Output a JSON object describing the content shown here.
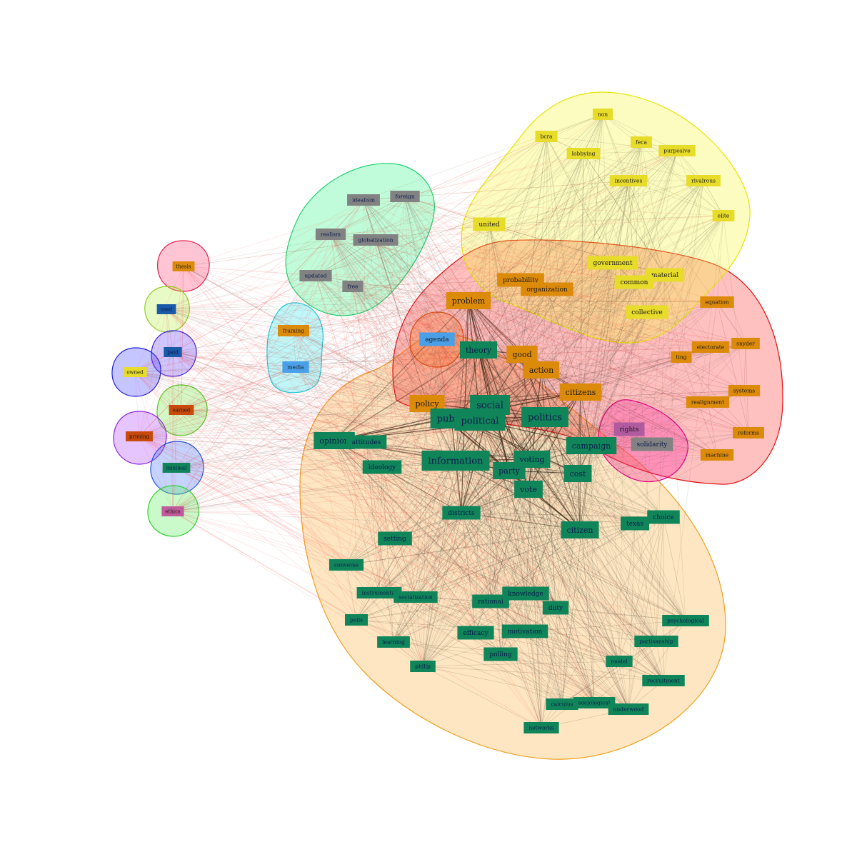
{
  "groups": [
    {
      "id": "yellow",
      "fill": "#f7f73a",
      "stroke": "#e6e600"
    },
    {
      "id": "red",
      "fill": "#ff3a3a",
      "stroke": "#e01010"
    },
    {
      "id": "orange",
      "fill": "#f9b23f",
      "stroke": "#f0a020"
    },
    {
      "id": "mint",
      "fill": "#3af58a",
      "stroke": "#20d070"
    },
    {
      "id": "cyan",
      "fill": "#3ae8f0",
      "stroke": "#20c8d8"
    },
    {
      "id": "pink-thesis",
      "fill": "#ff4a78",
      "stroke": "#e02050"
    },
    {
      "id": "lime-1",
      "fill": "#b8f04a",
      "stroke": "#90d020"
    },
    {
      "id": "violet-paid",
      "fill": "#6a4aff",
      "stroke": "#4020e0"
    },
    {
      "id": "blue-owned",
      "fill": "#4a4aff",
      "stroke": "#2020d0"
    },
    {
      "id": "green-earned",
      "fill": "#7ae84a",
      "stroke": "#50c820"
    },
    {
      "id": "purple-priming",
      "fill": "#b04aff",
      "stroke": "#8a20e0"
    },
    {
      "id": "blue-minimal",
      "fill": "#4a7aff",
      "stroke": "#2050e0"
    },
    {
      "id": "green-ethics",
      "fill": "#5aef5a",
      "stroke": "#30d030"
    },
    {
      "id": "magenta",
      "fill": "#ff2aa8",
      "stroke": "#e00080"
    },
    {
      "id": "orange-agenda",
      "fill": "#ff7a2a",
      "stroke": "#e05010"
    }
  ],
  "nodes": [
    {
      "id": "non",
      "label": "non",
      "color": "#e8dc2a",
      "group": "yellow",
      "size": "s"
    },
    {
      "id": "bcra",
      "label": "bcra",
      "color": "#e8dc2a",
      "group": "yellow",
      "size": "s"
    },
    {
      "id": "feca",
      "label": "feca",
      "color": "#e8dc2a",
      "group": "yellow",
      "size": "s"
    },
    {
      "id": "purposive",
      "label": "purposive",
      "color": "#e8dc2a",
      "group": "yellow",
      "size": "s"
    },
    {
      "id": "lobbying",
      "label": "lobbying",
      "color": "#e8dc2a",
      "group": "yellow",
      "size": "s"
    },
    {
      "id": "incentives",
      "label": "incentives",
      "color": "#e8dc2a",
      "group": "yellow",
      "size": "s"
    },
    {
      "id": "rivalrous",
      "label": "rivalrous",
      "color": "#e8dc2a",
      "group": "yellow",
      "size": "s"
    },
    {
      "id": "elite",
      "label": "elite",
      "color": "#e8dc2a",
      "group": "yellow",
      "size": "s"
    },
    {
      "id": "united",
      "label": "united",
      "color": "#e8dc2a",
      "group": "yellow",
      "size": "m"
    },
    {
      "id": "government",
      "label": "government",
      "color": "#e8dc2a",
      "group": "yellow",
      "size": "m"
    },
    {
      "id": "material",
      "label": "material",
      "color": "#e8dc2a",
      "group": "yellow",
      "size": "m"
    },
    {
      "id": "common",
      "label": "common",
      "color": "#e8dc2a",
      "group": "yellow",
      "size": "m"
    },
    {
      "id": "collective",
      "label": "collective",
      "color": "#e8dc2a",
      "group": "yellow",
      "size": "m"
    },
    {
      "id": "probability",
      "label": "probability",
      "color": "#dc8a0a",
      "group": "red",
      "size": "m"
    },
    {
      "id": "organization",
      "label": "organization",
      "color": "#dc8a0a",
      "group": "red",
      "size": "m"
    },
    {
      "id": "problem",
      "label": "problem",
      "color": "#dc8a0a",
      "group": "red",
      "size": "l"
    },
    {
      "id": "equation",
      "label": "equation",
      "color": "#dc8a0a",
      "group": "red",
      "size": "s"
    },
    {
      "id": "snyder",
      "label": "snyder",
      "color": "#dc8a0a",
      "group": "red",
      "size": "s"
    },
    {
      "id": "electorate",
      "label": "electorate",
      "color": "#dc8a0a",
      "group": "red",
      "size": "s"
    },
    {
      "id": "ting",
      "label": "ting",
      "color": "#dc8a0a",
      "group": "red",
      "size": "s"
    },
    {
      "id": "systems",
      "label": "systems",
      "color": "#dc8a0a",
      "group": "red",
      "size": "s"
    },
    {
      "id": "realignment",
      "label": "realignment",
      "color": "#dc8a0a",
      "group": "red",
      "size": "s"
    },
    {
      "id": "reforms",
      "label": "reforms",
      "color": "#dc8a0a",
      "group": "red",
      "size": "s"
    },
    {
      "id": "machine",
      "label": "machine",
      "color": "#dc8a0a",
      "group": "red",
      "size": "s"
    },
    {
      "id": "good",
      "label": "good",
      "color": "#dc8a0a",
      "group": "red",
      "size": "l"
    },
    {
      "id": "action",
      "label": "action",
      "color": "#dc8a0a",
      "group": "red",
      "size": "l"
    },
    {
      "id": "citizens",
      "label": "citizens",
      "color": "#dc8a0a",
      "group": "red",
      "size": "l"
    },
    {
      "id": "policy",
      "label": "policy",
      "color": "#dc8a0a",
      "group": "red",
      "size": "l"
    },
    {
      "id": "theory",
      "label": "theory",
      "color": "#10855a",
      "group": "orange",
      "size": "l"
    },
    {
      "id": "social",
      "label": "social",
      "color": "#10855a",
      "group": "orange",
      "size": "xl"
    },
    {
      "id": "public",
      "label": "public",
      "color": "#10855a",
      "group": "orange",
      "size": "xl"
    },
    {
      "id": "political",
      "label": "political",
      "color": "#10855a",
      "group": "orange",
      "size": "xl"
    },
    {
      "id": "politics",
      "label": "politics",
      "color": "#10855a",
      "group": "orange",
      "size": "xl"
    },
    {
      "id": "opinion",
      "label": "opinion",
      "color": "#10855a",
      "group": "orange",
      "size": "l"
    },
    {
      "id": "attitudes",
      "label": "attitudes",
      "color": "#10855a",
      "group": "orange",
      "size": "m"
    },
    {
      "id": "ideology",
      "label": "ideology",
      "color": "#10855a",
      "group": "orange",
      "size": "m"
    },
    {
      "id": "information",
      "label": "information",
      "color": "#10855a",
      "group": "orange",
      "size": "xl"
    },
    {
      "id": "voting",
      "label": "voting",
      "color": "#10855a",
      "group": "orange",
      "size": "l"
    },
    {
      "id": "party",
      "label": "party",
      "color": "#10855a",
      "group": "orange",
      "size": "l"
    },
    {
      "id": "campaign",
      "label": "campaign",
      "color": "#10855a",
      "group": "orange",
      "size": "l"
    },
    {
      "id": "cost",
      "label": "cost",
      "color": "#10855a",
      "group": "orange",
      "size": "l"
    },
    {
      "id": "vote",
      "label": "vote",
      "color": "#10855a",
      "group": "orange",
      "size": "l"
    },
    {
      "id": "districts",
      "label": "districts",
      "color": "#10855a",
      "group": "orange",
      "size": "m"
    },
    {
      "id": "citizen",
      "label": "citizen",
      "color": "#10855a",
      "group": "orange",
      "size": "l"
    },
    {
      "id": "texas",
      "label": "texas",
      "color": "#10855a",
      "group": "orange",
      "size": "m"
    },
    {
      "id": "choice",
      "label": "choice",
      "color": "#10855a",
      "group": "orange",
      "size": "m"
    },
    {
      "id": "setting",
      "label": "setting",
      "color": "#10855a",
      "group": "orange",
      "size": "m"
    },
    {
      "id": "converse",
      "label": "converse",
      "color": "#10855a",
      "group": "orange",
      "size": "s"
    },
    {
      "id": "instrumental",
      "label": "instrumental",
      "color": "#10855a",
      "group": "orange",
      "size": "s"
    },
    {
      "id": "socialization",
      "label": "socialization",
      "color": "#10855a",
      "group": "orange",
      "size": "s"
    },
    {
      "id": "rational",
      "label": "rational",
      "color": "#10855a",
      "group": "orange",
      "size": "m"
    },
    {
      "id": "knowledge",
      "label": "knowledge",
      "color": "#10855a",
      "group": "orange",
      "size": "m"
    },
    {
      "id": "duty",
      "label": "duty",
      "color": "#10855a",
      "group": "orange",
      "size": "m"
    },
    {
      "id": "polls",
      "label": "polls",
      "color": "#10855a",
      "group": "orange",
      "size": "s"
    },
    {
      "id": "efficacy",
      "label": "efficacy",
      "color": "#10855a",
      "group": "orange",
      "size": "m"
    },
    {
      "id": "motivation",
      "label": "motivation",
      "color": "#10855a",
      "group": "orange",
      "size": "m"
    },
    {
      "id": "psychological",
      "label": "psychological",
      "color": "#10855a",
      "group": "orange",
      "size": "s"
    },
    {
      "id": "learning",
      "label": "learning",
      "color": "#10855a",
      "group": "orange",
      "size": "s"
    },
    {
      "id": "partisanship",
      "label": "partisanship",
      "color": "#10855a",
      "group": "orange",
      "size": "s"
    },
    {
      "id": "polling",
      "label": "polling",
      "color": "#10855a",
      "group": "orange",
      "size": "m"
    },
    {
      "id": "philip",
      "label": "philip",
      "color": "#10855a",
      "group": "orange",
      "size": "s"
    },
    {
      "id": "model",
      "label": "model",
      "color": "#10855a",
      "group": "orange",
      "size": "s"
    },
    {
      "id": "recruitment",
      "label": "recruitment",
      "color": "#10855a",
      "group": "orange",
      "size": "s"
    },
    {
      "id": "calculus",
      "label": "calculus",
      "color": "#10855a",
      "group": "orange",
      "size": "s"
    },
    {
      "id": "sociological",
      "label": "sociological",
      "color": "#10855a",
      "group": "orange",
      "size": "s"
    },
    {
      "id": "underwood",
      "label": "underwood",
      "color": "#10855a",
      "group": "orange",
      "size": "s"
    },
    {
      "id": "networks",
      "label": "networks",
      "color": "#10855a",
      "group": "orange",
      "size": "s"
    },
    {
      "id": "idealism",
      "label": "idealism",
      "color": "#828282",
      "group": "mint",
      "size": "s"
    },
    {
      "id": "foreign",
      "label": "foreign",
      "color": "#828282",
      "group": "mint",
      "size": "s"
    },
    {
      "id": "realism",
      "label": "realism",
      "color": "#828282",
      "group": "mint",
      "size": "s"
    },
    {
      "id": "globalization",
      "label": "globalization",
      "color": "#828282",
      "group": "mint",
      "size": "s"
    },
    {
      "id": "updated",
      "label": "updated",
      "color": "#828282",
      "group": "mint",
      "size": "s"
    },
    {
      "id": "free",
      "label": "free",
      "color": "#828282",
      "group": "mint",
      "size": "s"
    },
    {
      "id": "framing",
      "label": "framing",
      "color": "#dc8a0a",
      "group": "cyan",
      "size": "s"
    },
    {
      "id": "media",
      "label": "media",
      "color": "#4aa0e8",
      "group": "cyan",
      "size": "s"
    },
    {
      "id": "agenda",
      "label": "agenda",
      "color": "#4aa0e8",
      "group": "orange-agenda",
      "size": "m"
    },
    {
      "id": "rights",
      "label": "rights",
      "color": "#b05aa0",
      "group": "magenta",
      "size": "m"
    },
    {
      "id": "solidarity",
      "label": "solidarity",
      "color": "#828282",
      "group": "magenta",
      "size": "m"
    },
    {
      "id": "thesis",
      "label": "thesis",
      "color": "#dc8a0a",
      "group": "pink-thesis",
      "size": "xs"
    },
    {
      "id": "used",
      "label": "used",
      "color": "#1a5aa8",
      "group": "lime-1",
      "size": "xs"
    },
    {
      "id": "paid",
      "label": "paid",
      "color": "#1a5aa8",
      "group": "violet-paid",
      "size": "xs"
    },
    {
      "id": "owned",
      "label": "owned",
      "color": "#e8dc2a",
      "group": "blue-owned",
      "size": "xs"
    },
    {
      "id": "earned",
      "label": "earned",
      "color": "#c84a0a",
      "group": "green-earned",
      "size": "xs"
    },
    {
      "id": "priming",
      "label": "priming",
      "color": "#c84a0a",
      "group": "purple-priming",
      "size": "xs"
    },
    {
      "id": "minimal",
      "label": "minimal",
      "color": "#10855a",
      "group": "blue-minimal",
      "size": "xs"
    },
    {
      "id": "ethics",
      "label": "ethics",
      "color": "#c05a9a",
      "group": "green-ethics",
      "size": "xs"
    }
  ]
}
